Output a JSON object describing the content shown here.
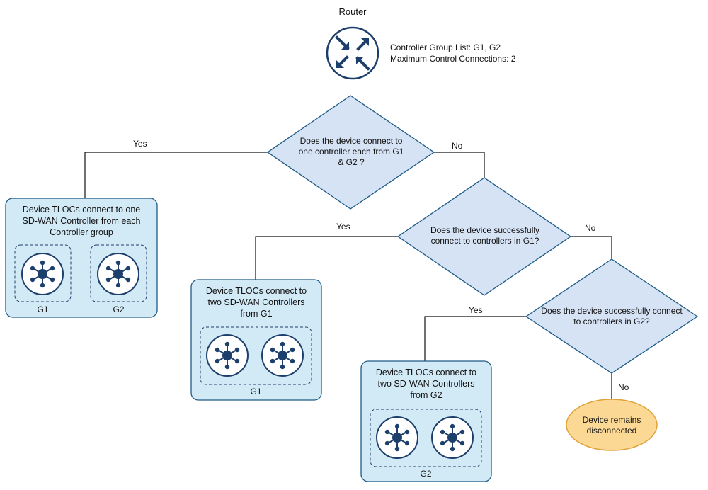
{
  "router": {
    "title": "Router",
    "icon": "router-icon",
    "info_line1": "Controller Group List:  G1, G2",
    "info_line2": "Maximum Control Connections: 2"
  },
  "decisions": [
    {
      "text": "Does the device connect to one controller each from G1 & G2 ?"
    },
    {
      "text": "Does the device successfully connect to controllers in G1?"
    },
    {
      "text": "Does the device successfully connect to controllers in G2?"
    }
  ],
  "edges": {
    "yes": "Yes",
    "no": "No"
  },
  "outcomes": [
    {
      "text": "Device TLOCs connect to one SD-WAN Controller from each Controller group",
      "groups": [
        "G1",
        "G2"
      ]
    },
    {
      "text": "Device TLOCs connect to two SD-WAN Controllers from G1",
      "group": "G1"
    },
    {
      "text": "Device TLOCs connect to two SD-WAN Controllers from G2",
      "group": "G2"
    }
  ],
  "terminal": {
    "text": "Device remains disconnected"
  },
  "icons": {
    "controller": "controller-hub-icon"
  },
  "colors": {
    "box_fill": "#d2e9f6",
    "box_stroke": "#1e5a86",
    "diamond_fill": "#d6e3f5",
    "diamond_stroke": "#1e5a86",
    "terminal_fill": "#fbd995",
    "terminal_stroke": "#e0a238",
    "icon": "#1d3f6b",
    "line": "#111111"
  }
}
